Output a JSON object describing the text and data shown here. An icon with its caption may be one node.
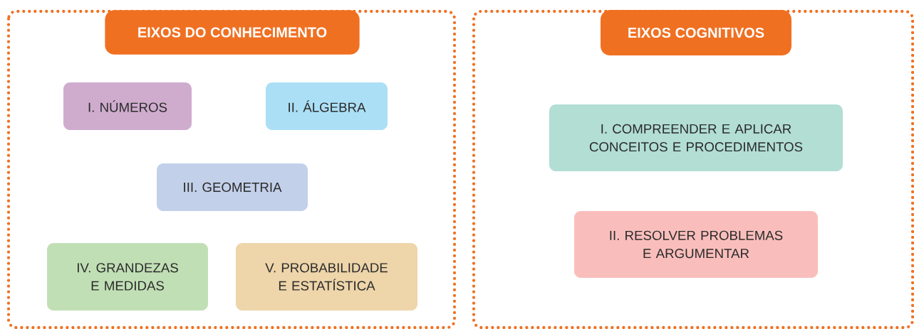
{
  "diagram": {
    "nodes": [
      {
        "text": [
          "EIXOS DO CONHECIMENTO"
        ]
      },
      {
        "text": [
          "I. NÚMEROS"
        ],
        "in": 0
      },
      {
        "text": [
          "II. ÁLGEBRA"
        ],
        "in": 0
      },
      {
        "text": [
          "III. GEOMETRIA"
        ],
        "in": 0
      },
      {
        "text": [
          "IV. GRANDEZAS E MEDIDAS"
        ],
        "in": 0
      },
      {
        "text": [
          "V. PROBABILIDADE E ESTATÍSTICA"
        ],
        "in": 0
      },
      {
        "text": [
          "EIXOS COGNITIVOS"
        ]
      },
      {
        "text": [
          "I. COMPREENDER E APLICAR CONCEITOS E PROCEDIMENTOS"
        ],
        "in": 6
      },
      {
        "text": [
          "II. RESOLVER PROBLEMAS E ARGUMENTAR"
        ],
        "in": 6
      }
    ]
  }
}
